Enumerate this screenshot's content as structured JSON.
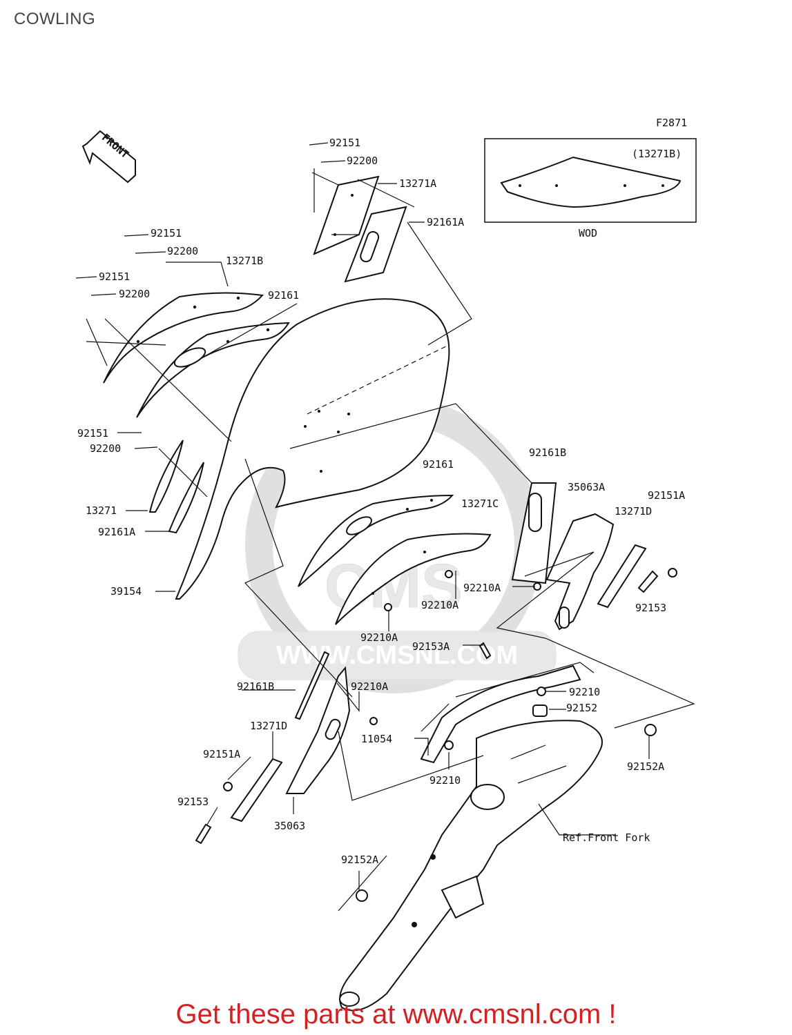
{
  "page": {
    "title": "COWLING",
    "figure_code": "F2871"
  },
  "front_indicator": {
    "text": "FRONT"
  },
  "inset": {
    "part": "(13271B)",
    "caption": "WOD"
  },
  "watermark": {
    "text": "WWW.CMSNL.COM",
    "logo_text": "CMS"
  },
  "ref_label": "Ref.Front Fork",
  "labels": {
    "l01": "92151",
    "l02": "92200",
    "l03": "13271A",
    "l04": "92161A",
    "l05": "92151",
    "l06": "92200",
    "l07": "13271B",
    "l08": "92151",
    "l09": "92200",
    "l10": "92161",
    "l11": "92151",
    "l12": "92200",
    "l13": "13271",
    "l14": "92161A",
    "l15": "39154",
    "l16": "92161",
    "l17": "13271C",
    "l18": "92161B",
    "l19": "35063A",
    "l20": "92151A",
    "l21": "13271D",
    "l22": "92210A",
    "l23": "92153",
    "l24": "92210A",
    "l25": "92210A",
    "l26": "92153A",
    "l27": "92161B",
    "l28": "92210A",
    "l29": "92210",
    "l30": "92152",
    "l31": "13271D",
    "l32": "11054",
    "l33": "92152A",
    "l34": "92151A",
    "l35": "92210",
    "l36": "92153",
    "l37": "35063",
    "l38": "92152A"
  },
  "footer": {
    "text": "Get these parts at www.cmsnl.com !",
    "color": "#d42020"
  }
}
